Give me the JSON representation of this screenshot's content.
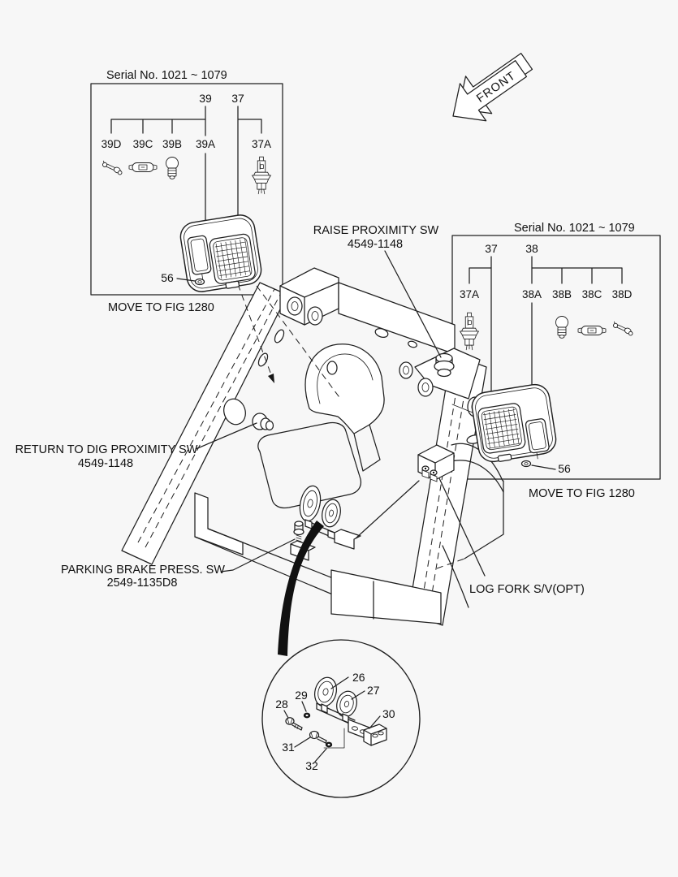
{
  "colors": {
    "background": "#f7f7f7",
    "line": "#1f1f1f",
    "text": "#101010",
    "arrow_fill": "#111111"
  },
  "front_arrow": {
    "label": "FRONT"
  },
  "left_panel": {
    "title": "Serial No. 1021 ~ 1079",
    "footer": "MOVE TO FIG 1280",
    "nut": "56",
    "group_a": {
      "label": "39",
      "children": [
        "39D",
        "39C",
        "39B",
        "39A"
      ]
    },
    "group_b": {
      "label": "37",
      "children": [
        "37A"
      ]
    },
    "bulb_icons": [
      "wedge-bulb-icon",
      "festoon-bulb-icon",
      "bayonet-bulb-icon",
      "halogen-bulb-icon"
    ]
  },
  "right_panel": {
    "title": "Serial No. 1021 ~ 1079",
    "footer": "MOVE TO FIG 1280",
    "nut": "56",
    "group_a": {
      "label": "37",
      "children": [
        "37A"
      ]
    },
    "group_b": {
      "label": "38",
      "children": [
        "38A",
        "38B",
        "38C",
        "38D"
      ]
    },
    "bulb_icons": [
      "halogen-bulb-icon",
      "bayonet-bulb-icon",
      "festoon-bulb-icon",
      "wedge-bulb-icon"
    ]
  },
  "callout_labels": {
    "raise_proximity_sw": {
      "line1": "RAISE PROXIMITY SW",
      "part_no": "4549-1148"
    },
    "return_to_dig_proximity_sw": {
      "line1": "RETURN TO DIG PROXIMITY SW",
      "part_no": "4549-1148"
    },
    "parking_brake_press_sw": {
      "line1": "PARKING BRAKE PRESS. SW",
      "part_no": "2549-1135D8"
    },
    "log_fork_sv": {
      "line1": "LOG FORK S/V(OPT)"
    }
  },
  "detail_view": {
    "callouts": {
      "c26": "26",
      "c27": "27",
      "c28": "28",
      "c29": "29",
      "c30": "30",
      "c31": "31",
      "c32": "32"
    }
  }
}
